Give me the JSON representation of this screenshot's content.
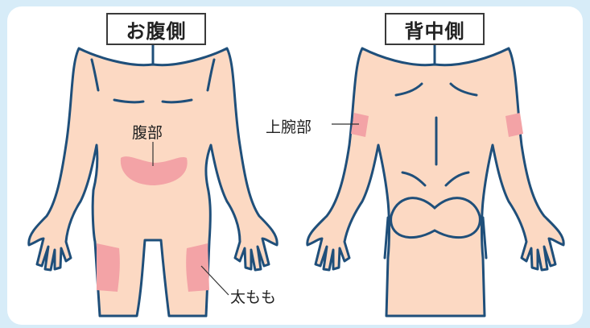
{
  "titles": {
    "front": "お腹側",
    "back": "背中側"
  },
  "labels": {
    "abdomen": "腹部",
    "upper_arm": "上腕部",
    "thigh": "太もも"
  },
  "colors": {
    "background": "#d7ecf8",
    "skin": "#fcd9c3",
    "outline": "#1f4f7a",
    "injection_site": "#f3a3a6"
  }
}
